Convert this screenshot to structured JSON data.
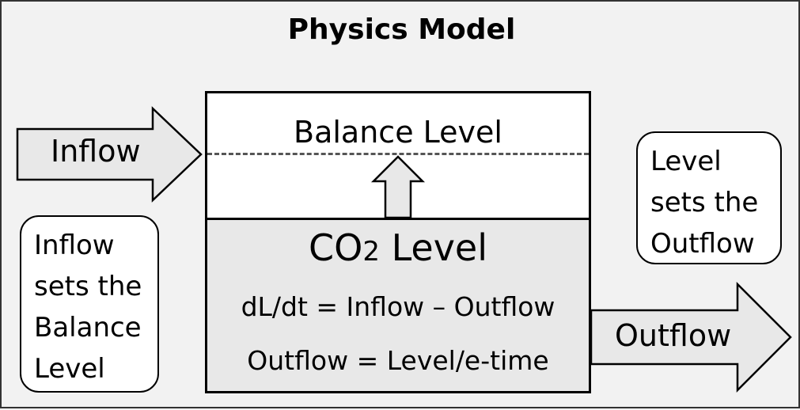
{
  "title": "Physics Model",
  "box": {
    "balance_label": "Balance Level",
    "level_label_main": "CO",
    "level_label_sub": "2",
    "level_label_rest": " Level",
    "equation_1": "dL/dt = Inflow – Outflow",
    "equation_2": "Outflow = Level/e-time"
  },
  "arrows": {
    "inflow": "Inflow",
    "outflow": "Outflow"
  },
  "notes": {
    "left": [
      "Inflow",
      "sets the",
      "Balance",
      "Level"
    ],
    "right": [
      "Level",
      "sets the",
      "Outflow"
    ]
  },
  "colors": {
    "arrow_fill": "#e8e8e8",
    "box_fill": "#e8e8e8",
    "background": "#f2f2f2"
  }
}
